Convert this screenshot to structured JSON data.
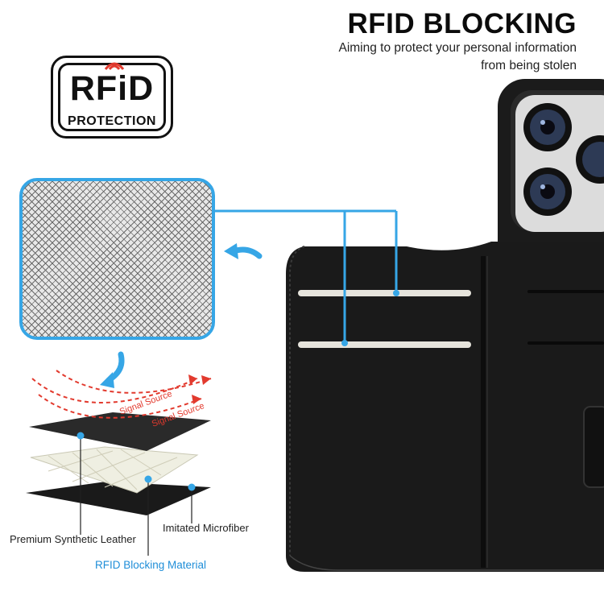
{
  "heading": {
    "title": "RFID BLOCKING",
    "subtitle_line1": "Aiming to protect your personal information",
    "subtitle_line2": "from being stolen"
  },
  "badge": {
    "main": "RFiD",
    "sub": "PROTECTION"
  },
  "diagram": {
    "signal_label_1": "Signal Source",
    "signal_label_2": "Signal Source",
    "layer_leather": "Premium Synthetic Leather",
    "layer_microfiber": "Imitated Microfiber",
    "layer_rfid": "RFID Blocking Material"
  },
  "colors": {
    "accent_blue": "#36a6e6",
    "signal_red": "#e23a2e",
    "leather_black": "#1a1a1a"
  }
}
